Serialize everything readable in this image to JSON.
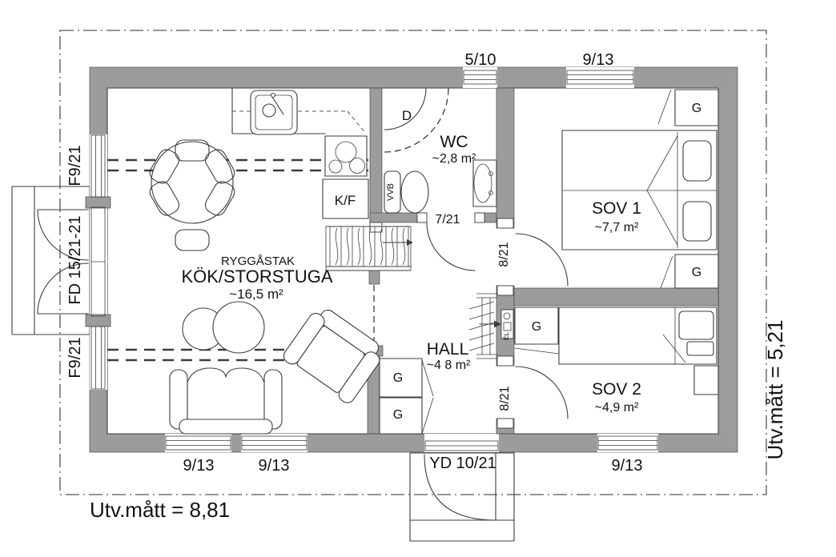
{
  "meta": {
    "outer_width_label": "Utv.mått = 8,81",
    "outer_height_label": "Utv.mått = 5,21"
  },
  "rooms": {
    "kitchen": {
      "roof_note": "RYGGÅSTAK",
      "name": "KÖK/STORSTUGA",
      "area": "~16,5 m²"
    },
    "wc": {
      "name": "WC",
      "area": "~2,8 m²"
    },
    "hall": {
      "name": "HALL",
      "area": "~4 8 m²"
    },
    "sov1": {
      "name": "SOV 1",
      "area": "~7,7 m²"
    },
    "sov2": {
      "name": "SOV 2",
      "area": "~4,9 m²"
    }
  },
  "fixtures": {
    "fridge_freezer": "K/F",
    "shower": "D",
    "water_heater": "VVB",
    "wardrobe": "G",
    "electrical": "EL"
  },
  "openings": {
    "window_small": "5/10",
    "window_std": "9/13",
    "window_f": "F9/21",
    "door_french": "FD 15/21-21",
    "door_wc": "7/21",
    "door_interior": "8/21",
    "door_entry": "YD 10/21"
  },
  "colors": {
    "wall": "#9c9c9c",
    "line": "#3c3c3c",
    "background": "#ffffff"
  }
}
